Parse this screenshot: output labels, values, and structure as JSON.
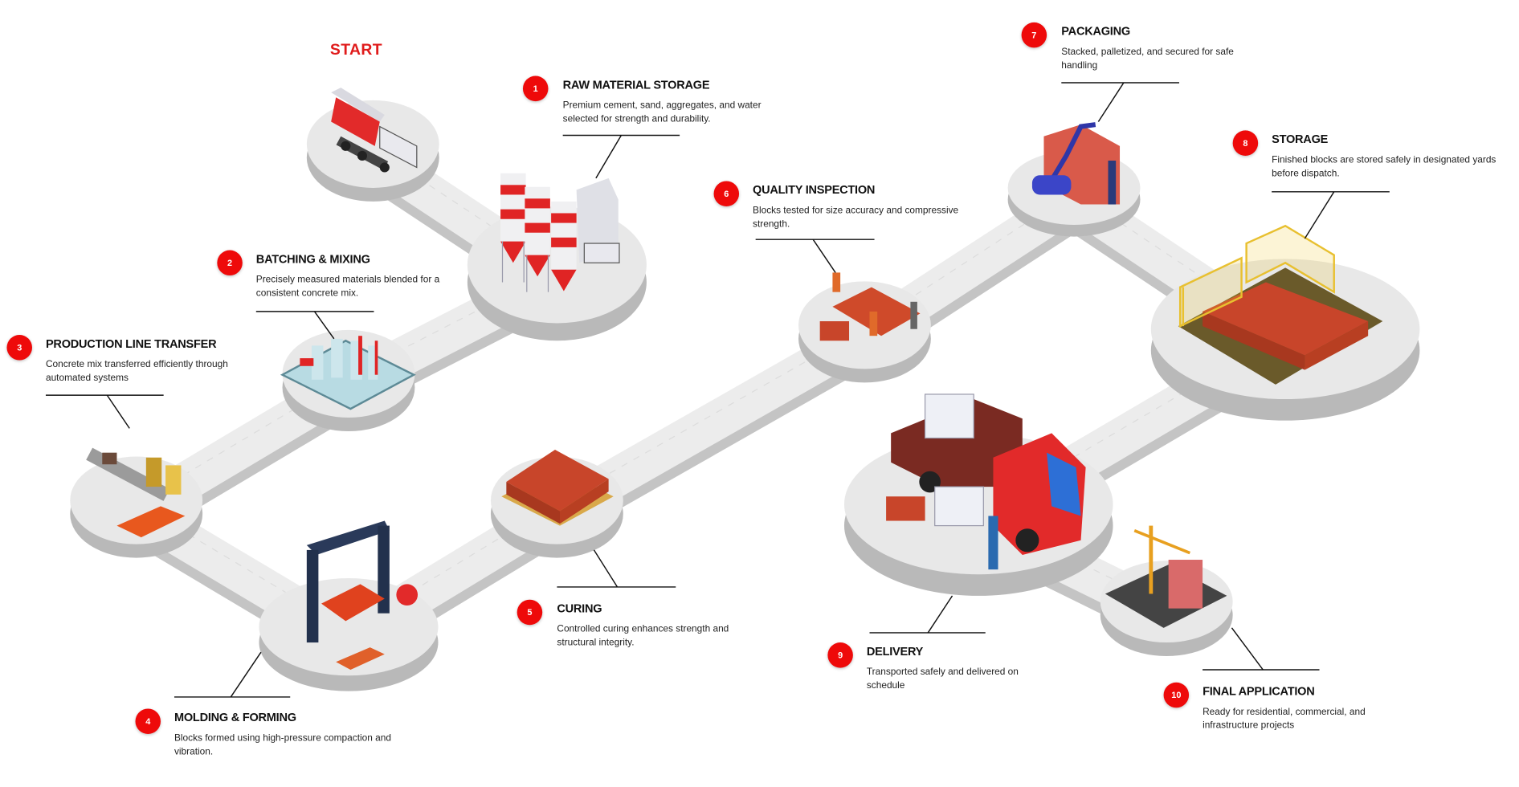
{
  "start_label": "START",
  "colors": {
    "accent": "#ee0a0a",
    "brick": "#d2462a",
    "platform": "#e6e6e6",
    "road": "#ededed"
  },
  "steps": [
    {
      "number": "1",
      "title": "RAW MATERIAL STORAGE",
      "description": "Premium cement, sand, aggregates, and water selected for strength and durability."
    },
    {
      "number": "2",
      "title": "BATCHING & MIXING",
      "description": "Precisely measured materials blended for a consistent concrete mix."
    },
    {
      "number": "3",
      "title": "PRODUCTION LINE TRANSFER",
      "description": "Concrete mix transferred efficiently  through automated systems"
    },
    {
      "number": "4",
      "title": "MOLDING & FORMING",
      "description": "Blocks formed using high-pressure  compaction and vibration."
    },
    {
      "number": "5",
      "title": "CURING",
      "description": "Controlled curing enhances strength and structural integrity."
    },
    {
      "number": "6",
      "title": "QUALITY INSPECTION",
      "description": "Blocks tested for size accuracy and  compressive strength."
    },
    {
      "number": "7",
      "title": "PACKAGING",
      "description": "Stacked, palletized, and secured for  safe handling"
    },
    {
      "number": "8",
      "title": "STORAGE",
      "description": "Finished blocks are stored safely in  designated yards before dispatch."
    },
    {
      "number": "9",
      "title": "DELIVERY",
      "description": "Transported safely and delivered on schedule"
    },
    {
      "number": "10",
      "title": "FINAL APPLICATION",
      "description": "Ready for residential, commercial,  and infrastructure projects"
    }
  ]
}
